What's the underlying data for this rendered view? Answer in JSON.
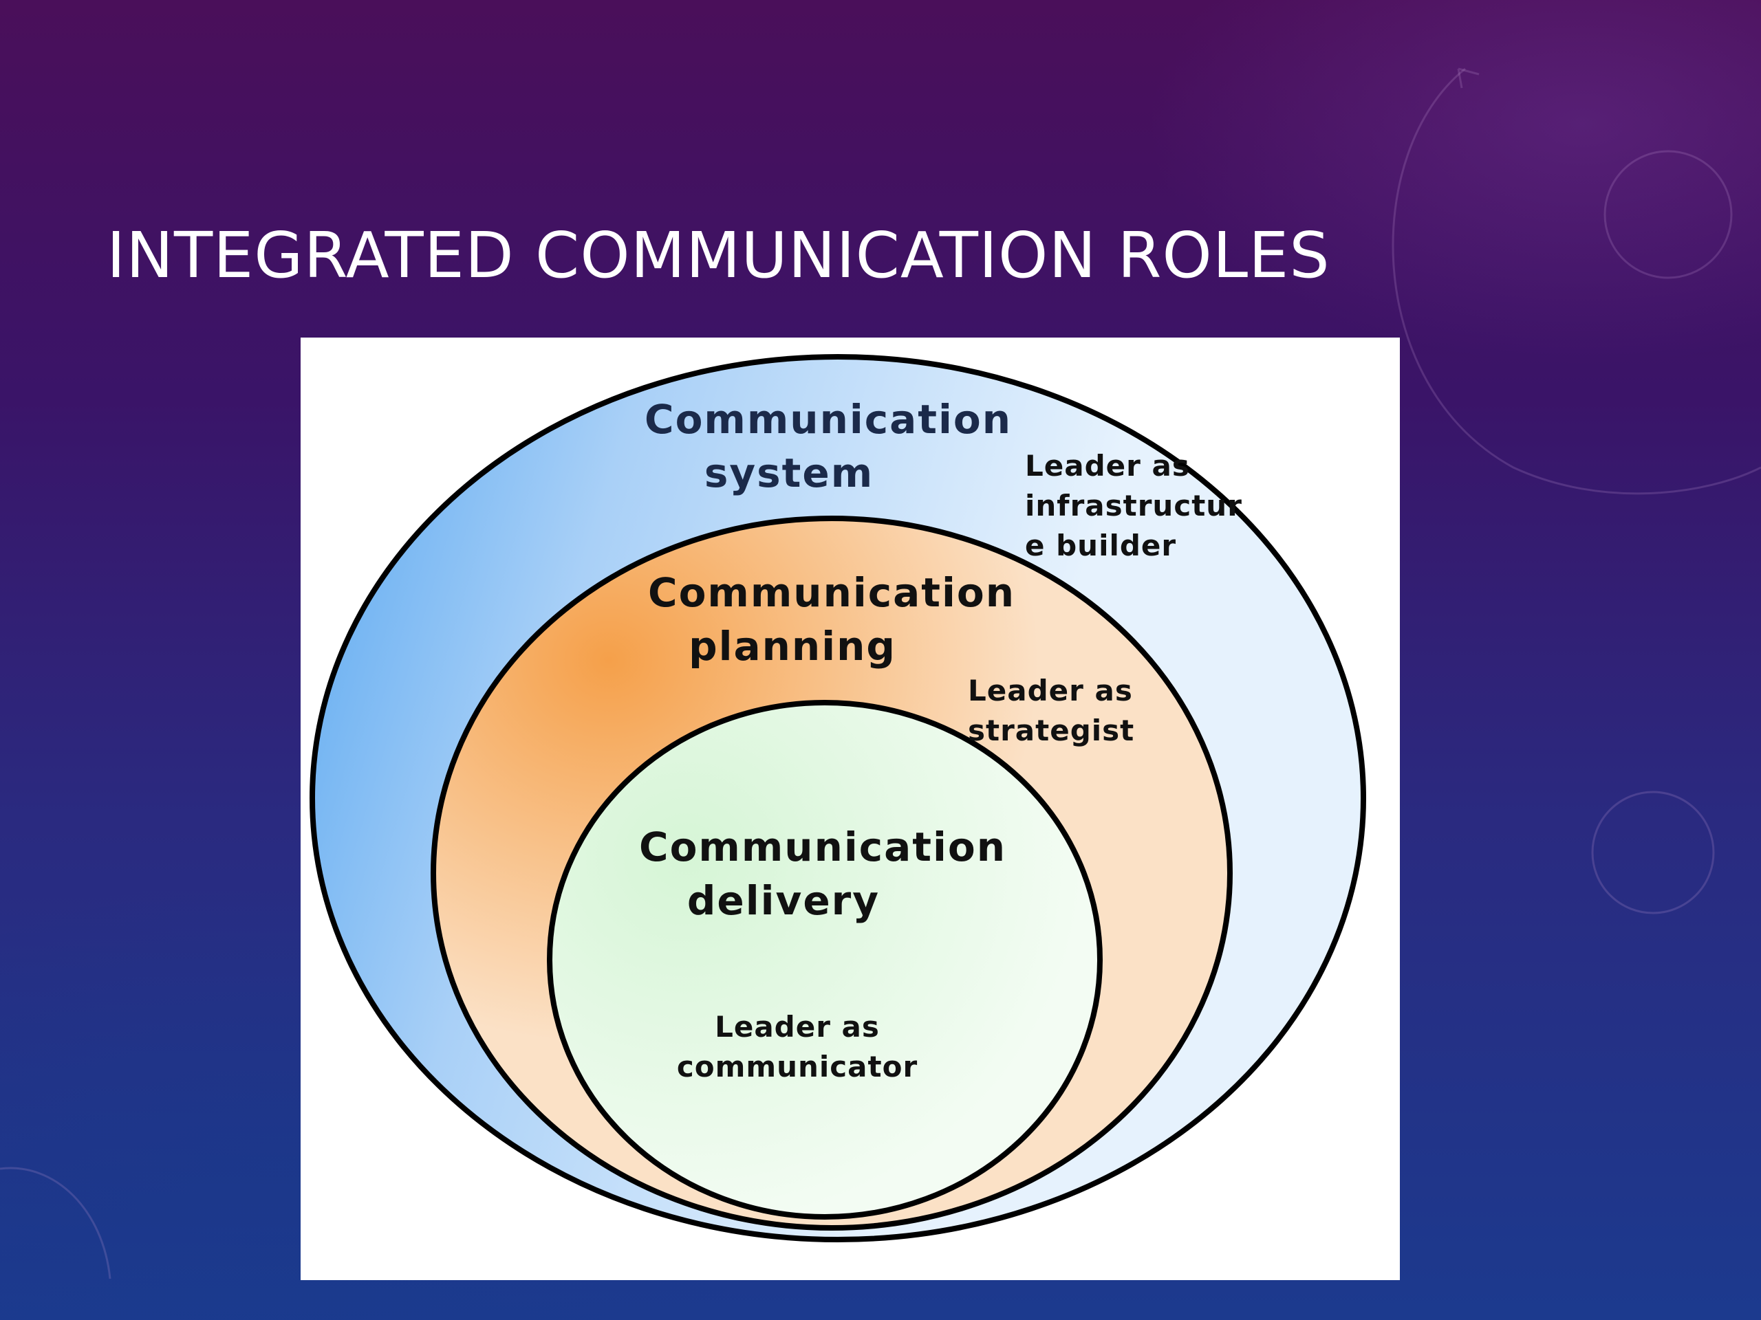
{
  "slide": {
    "title": "INTEGRATED COMMUNICATION ROLES"
  },
  "diagram": {
    "layers": [
      {
        "id": "system",
        "title_line1": "Communication",
        "title_line2": "system",
        "role_line1": "Leader as",
        "role_line2": "infrastructur",
        "role_line3": "e builder",
        "fill_color": "#5aa8f0",
        "fill_light": "#e6f2fd"
      },
      {
        "id": "planning",
        "title_line1": "Communication",
        "title_line2": "planning",
        "role_line1": "Leader as",
        "role_line2": "strategist",
        "fill_color": "#f5a04a",
        "fill_light": "#fbe1c6"
      },
      {
        "id": "delivery",
        "title_line1": "Communication",
        "title_line2": "delivery",
        "role_line1": "Leader as",
        "role_line2": "communicator",
        "fill_color": "#d6f5d6",
        "fill_light": "#f3fcf3"
      }
    ],
    "outline_color": "#000000"
  }
}
